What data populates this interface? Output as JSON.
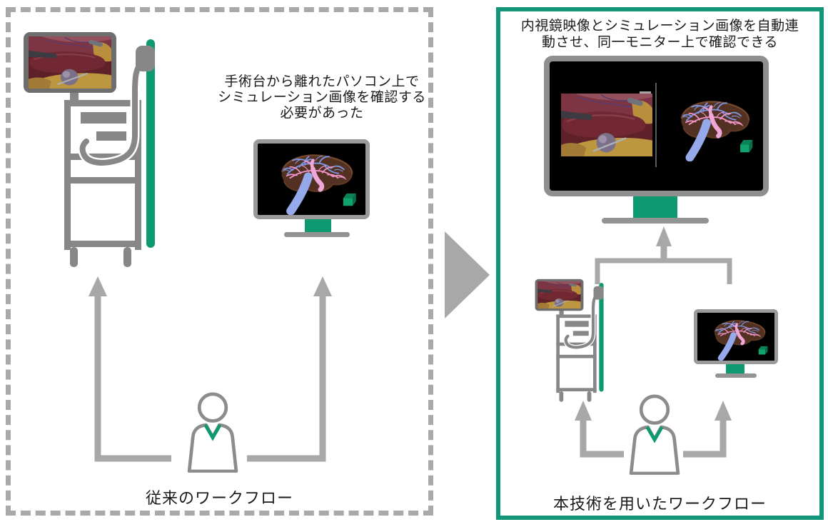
{
  "diagram": {
    "left_panel": {
      "note_lines": [
        "手術台から離れたパソコン上で",
        "シミュレーション画像を確認する",
        "必要があった"
      ],
      "caption": "従来のワークフロー"
    },
    "right_panel": {
      "title_lines": [
        "内視鏡映像とシミュレーション画像を自動連",
        "動させ、同一モニター上で確認できる"
      ],
      "caption": "本技術を用いたワークフロー"
    },
    "icons": {
      "endoscope_cart": "endoscope-cart-icon",
      "endoscope_video": "endoscope-video-image",
      "simulation_monitor": "simulation-monitor-icon",
      "combined_monitor": "combined-monitor-icon",
      "surgeon": "surgeon-icon",
      "flow_arrows": "up-arrow",
      "transition_arrow": "right-triangle-arrow",
      "green_cube": "green-cube-marker"
    },
    "colors": {
      "accent_green": "#0e9a70",
      "panel_border_green": "#12967a",
      "arrow_gray": "#a8a8a8",
      "cart_gray": "#878787",
      "screen_black": "#000000"
    }
  }
}
